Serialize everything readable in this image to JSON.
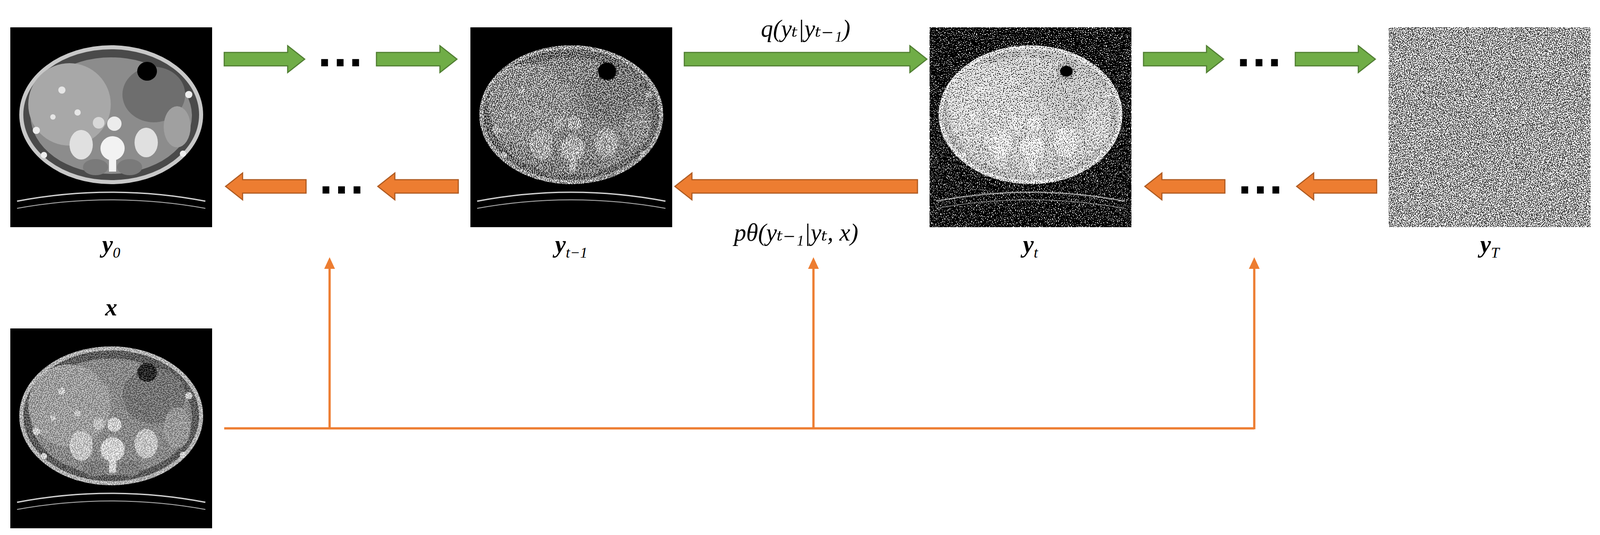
{
  "diagram": {
    "nodes": [
      {
        "text": [
          "y0"
        ]
      },
      {
        "text": [
          "yt−1"
        ]
      },
      {
        "text": [
          "yt"
        ]
      },
      {
        "text": [
          "yT"
        ]
      },
      {
        "text": [
          "x"
        ]
      }
    ],
    "edges": [
      {
        "from": 0,
        "to": 1,
        "arrow": "to"
      },
      {
        "from": 1,
        "to": 2,
        "arrow": "to",
        "label": "q(yₜ|yₜ₋₁)"
      },
      {
        "from": 2,
        "to": 3,
        "arrow": "to"
      },
      {
        "from": 3,
        "to": 2,
        "arrow": "to"
      },
      {
        "from": 2,
        "to": 1,
        "arrow": "to",
        "label": "pθ(yₜ₋₁|yₜ, x)"
      },
      {
        "from": 1,
        "to": 0,
        "arrow": "to"
      }
    ],
    "labels": [
      "...",
      "...",
      "...",
      "..."
    ]
  }
}
